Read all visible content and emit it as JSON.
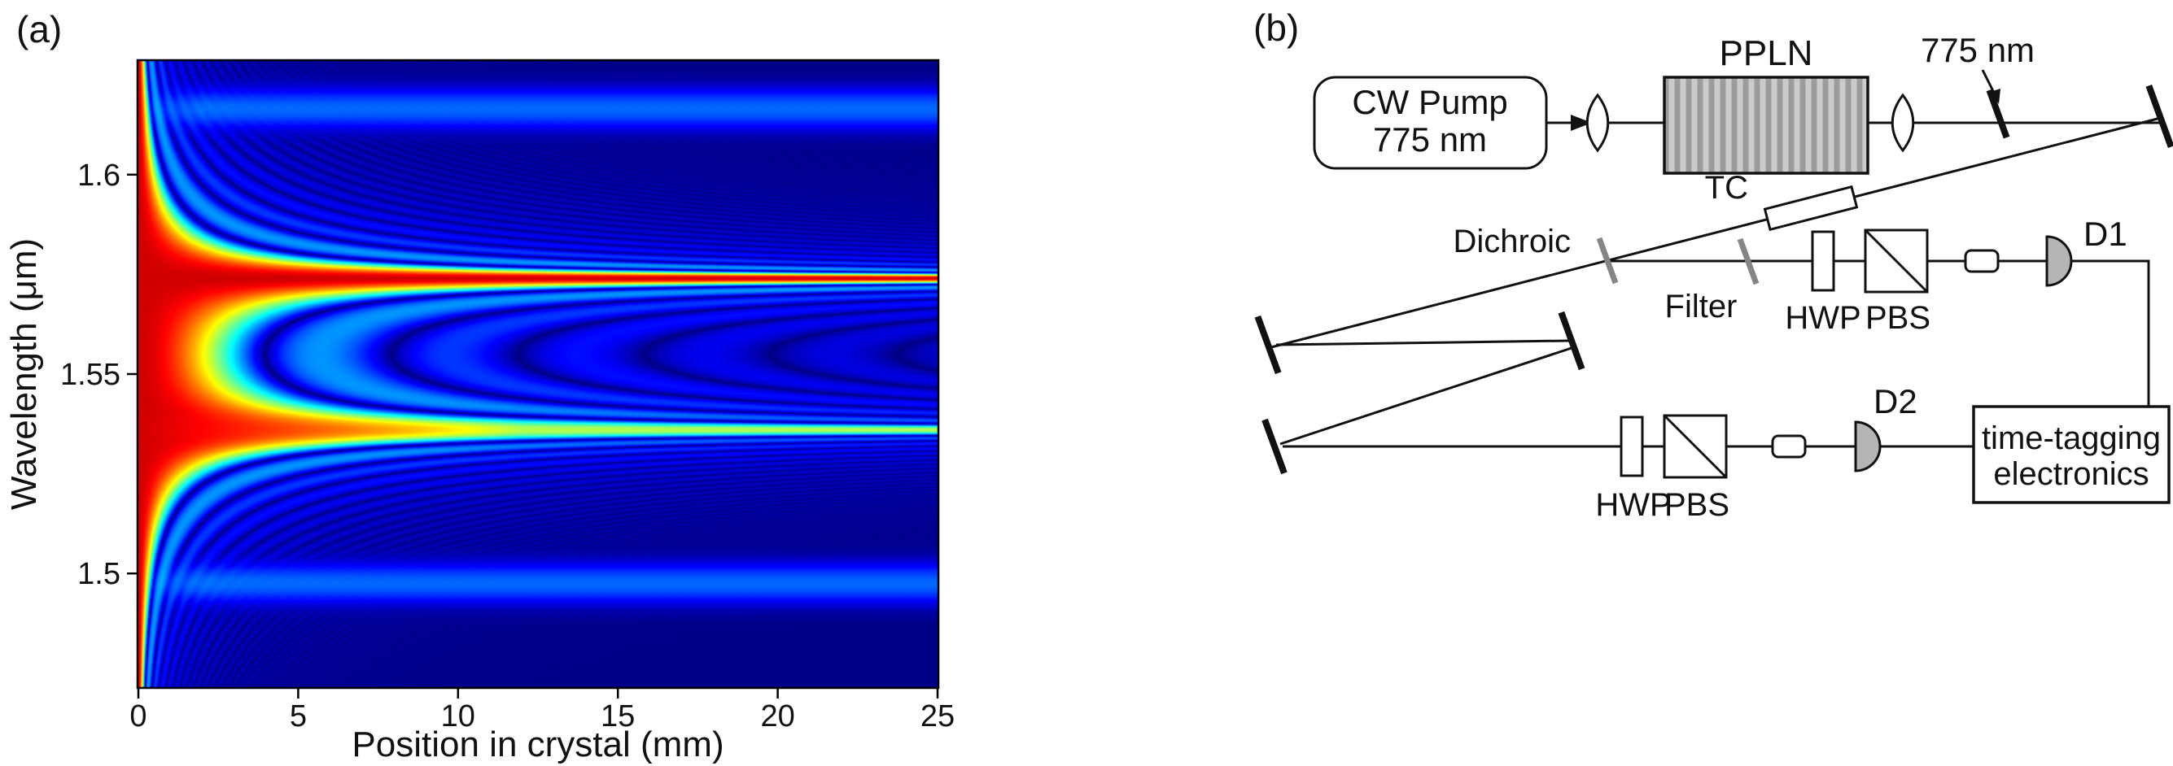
{
  "figure": {
    "panel_a_label": "(a)",
    "panel_b_label": "(b)"
  },
  "chart_data": {
    "type": "heatmap",
    "title": "",
    "xlabel": "Position in crystal (mm)",
    "ylabel": "Wavelength (μm)",
    "x_range": [
      0,
      25
    ],
    "y_range": [
      1.4715,
      1.6285
    ],
    "x_ticks": [
      0,
      5,
      10,
      15,
      20,
      25
    ],
    "x_tick_labels": [
      "0",
      "5",
      "10",
      "15",
      "20",
      "25"
    ],
    "y_ticks": [
      1.5,
      1.55,
      1.6
    ],
    "y_tick_labels": [
      "1.5",
      "1.55",
      "1.6"
    ],
    "colormap": "jet",
    "grid": false,
    "description": "Parametric-gain spectrum vs position in PPLN crystal: broad phase-matched band at z=0 that narrows with propagation into two bright lines (signal/idler) with sinc^2 interference side lobes; faint secondary bands near 1.617 and 1.497 um.",
    "model": {
      "lambda_signal": 1.574,
      "lambda_idler": 1.536,
      "B": 2200,
      "gamma": 0.4,
      "brightness": 0.92,
      "idler_attenuation": 0.72,
      "idler_sigma": 0.004,
      "side_bands": [
        {
          "lambda": 1.6165,
          "sigma": 0.0035,
          "amp": 0.03
        },
        {
          "lambda": 1.4975,
          "sigma": 0.0035,
          "amp": 0.03
        }
      ]
    }
  },
  "diagram": {
    "pump_box": {
      "line1": "CW Pump",
      "line2": "775 nm"
    },
    "labels": {
      "ppln": "PPLN",
      "pickoff": "775 nm",
      "tc": "TC",
      "dichroic": "Dichroic",
      "filter": "Filter",
      "hwp1": "HWP",
      "pbs1": "PBS",
      "hwp2": "HWP",
      "pbs2": "PBS",
      "d1": "D1",
      "d2": "D2",
      "ttbox_line1": "time-tagging",
      "ttbox_line2": "electronics"
    }
  }
}
